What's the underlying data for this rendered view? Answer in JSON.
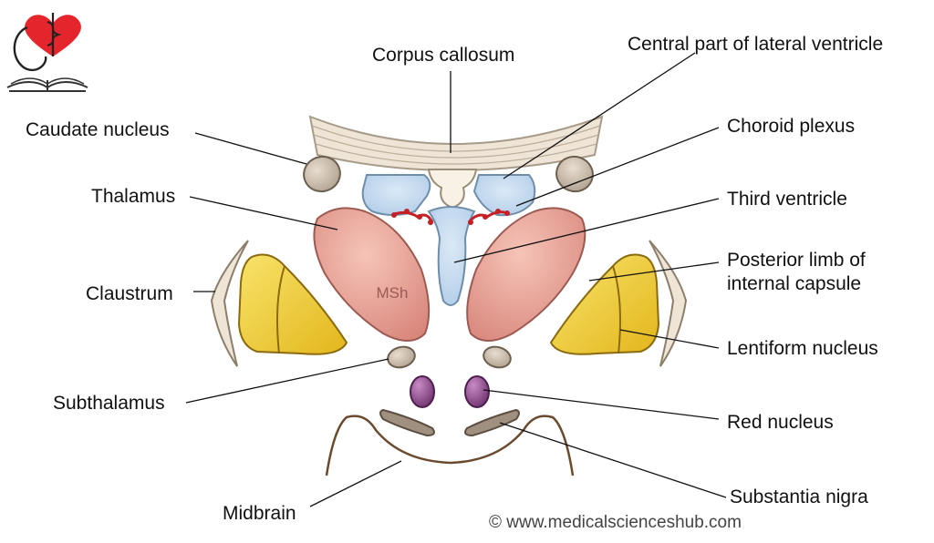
{
  "diagram": {
    "labels": {
      "corpus_callosum": "Corpus callosum",
      "central_lateral_ventricle": "Central part of lateral ventricle",
      "caudate_nucleus": "Caudate nucleus",
      "choroid_plexus": "Choroid plexus",
      "thalamus": "Thalamus",
      "third_ventricle": "Third ventricle",
      "posterior_limb": "Posterior limb of internal capsule",
      "claustrum": "Claustrum",
      "lentiform_nucleus": "Lentiform nucleus",
      "subthalamus": "Subthalamus",
      "red_nucleus": "Red nucleus",
      "substantia_nigra": "Substantia nigra",
      "midbrain": "Midbrain",
      "thalamus_mark": "MSh"
    },
    "copyright": "© www.medicalscienceshub.com",
    "colors": {
      "thalamus": "#e8a196",
      "ventricle": "#b8d4ec",
      "lentiform": "#f1d23a",
      "caudate": "#cdbfae",
      "red_nucleus": "#8b4a86",
      "substantia_nigra": "#a09080",
      "corpus_callosum": "#eee5d6",
      "logo_heart": "#e5252c"
    }
  }
}
